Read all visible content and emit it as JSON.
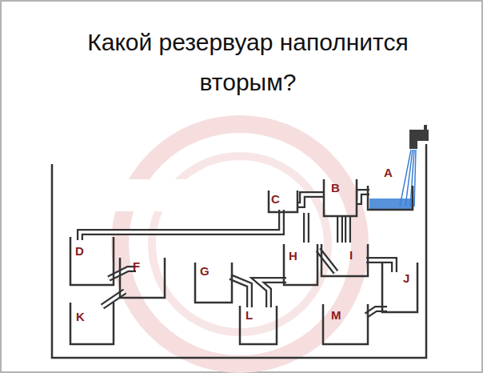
{
  "diagram": {
    "title": "Какой резервуар наполнится вторым?",
    "labels": [
      "A",
      "B",
      "C",
      "D",
      "F",
      "G",
      "H",
      "I",
      "J",
      "K",
      "L",
      "M"
    ]
  }
}
